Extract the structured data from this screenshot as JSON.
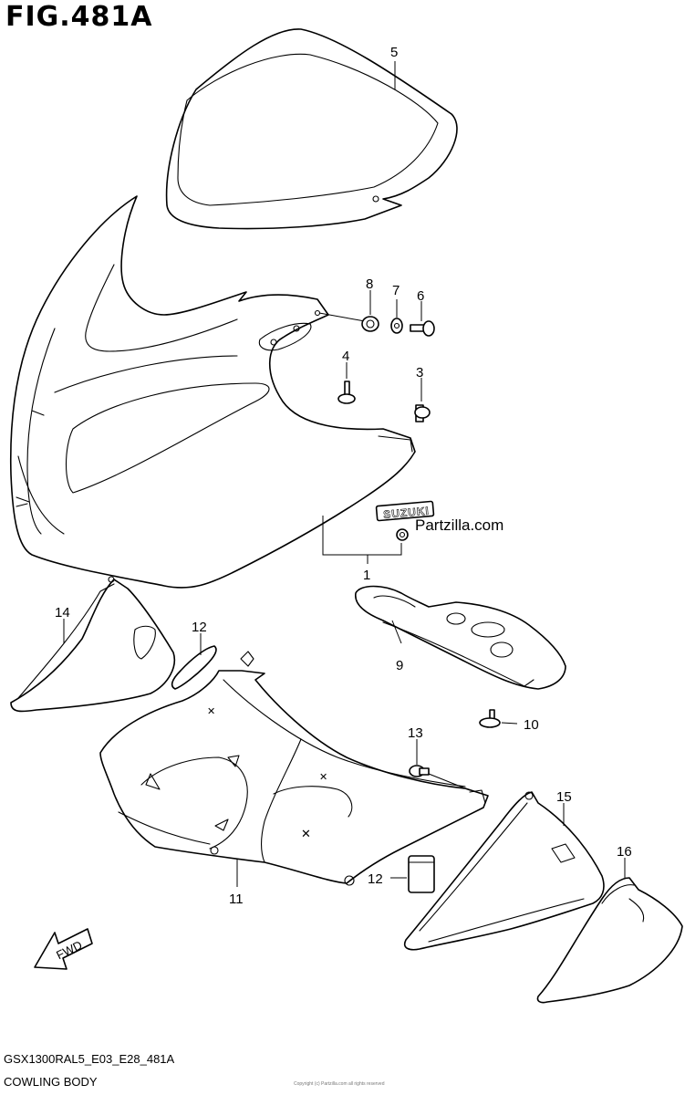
{
  "figure": {
    "title": "FIG.481A",
    "diagram_code": "GSX1300RAL5_E03_E28_481A",
    "description": "COWLING BODY",
    "watermark": "Partzilla.com",
    "emblem_text": "SUZUKI",
    "fwd_label": "FWD",
    "fine_print": "Copyright (c) Partzilla.com all rights reserved"
  },
  "callouts": [
    "1",
    "3",
    "4",
    "5",
    "6",
    "7",
    "8",
    "9",
    "10",
    "11",
    "12",
    "12",
    "13",
    "14",
    "15",
    "16"
  ]
}
